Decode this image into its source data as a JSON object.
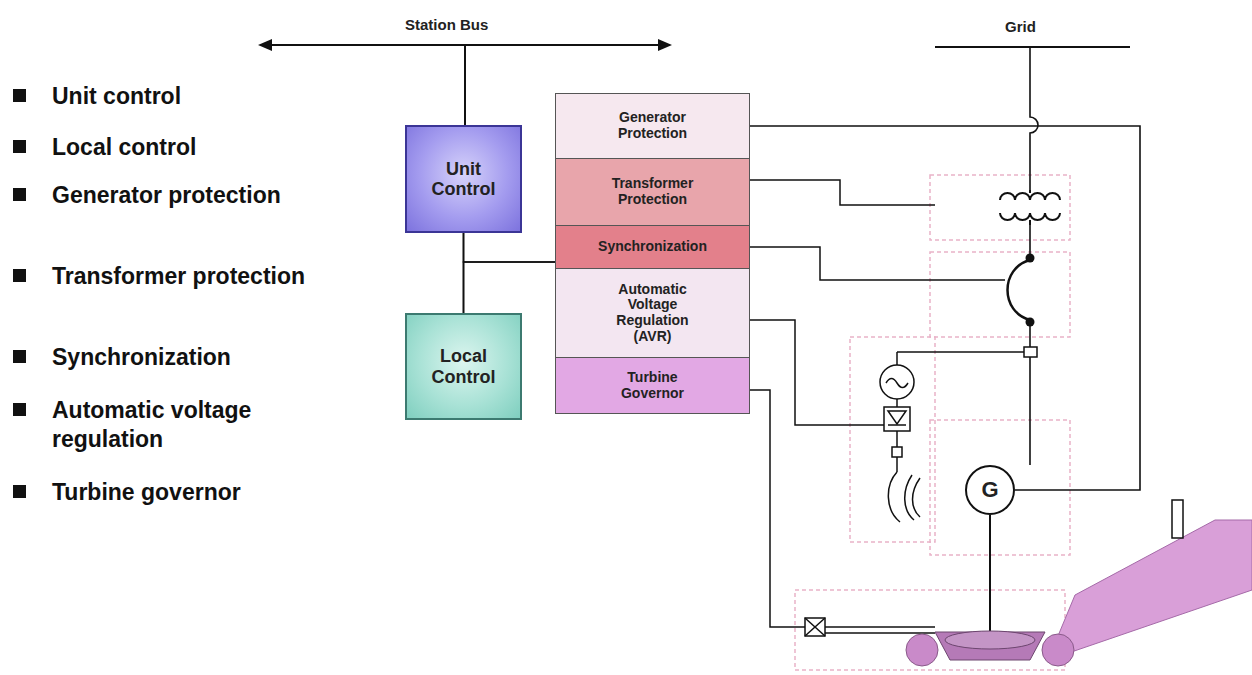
{
  "diagram": {
    "nodes": [
      {
        "text": [
          "Unit Control"
        ]
      },
      {
        "text": [
          "Local Control"
        ]
      },
      {
        "text": [
          "Generator Protection"
        ]
      },
      {
        "text": [
          "Transformer Protection"
        ]
      },
      {
        "text": [
          "Synchronization"
        ]
      },
      {
        "text": [
          "Automatic Voltage Regulation (AVR)"
        ]
      },
      {
        "text": [
          "Turbine Governor"
        ]
      },
      {
        "text": [
          "G"
        ]
      }
    ],
    "edges": [
      {
        "from": 0,
        "to": 1,
        "arrow": "none"
      },
      {
        "from": 0,
        "to": 4,
        "arrow": "none"
      },
      {
        "from": 1,
        "to": 4,
        "arrow": "none"
      },
      {
        "from": 2,
        "to": 7,
        "arrow": "none"
      }
    ],
    "labels": [
      "Station Bus",
      "Grid",
      "Unit control",
      "Local control",
      "Generator protection",
      "Transformer protection",
      "Synchronization",
      "Automatic voltage regulation",
      "Turbine governor"
    ]
  }
}
